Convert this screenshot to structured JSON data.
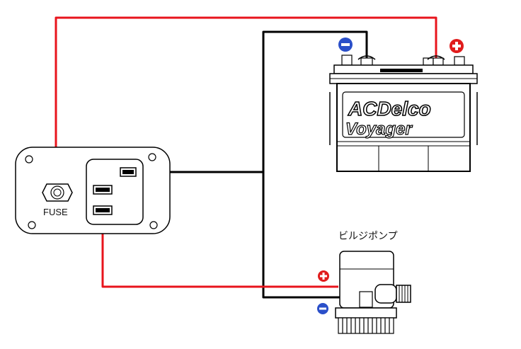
{
  "labels": {
    "fuse": "FUSE",
    "pump": "ビルジポンプ",
    "battery_brand": "ACDelco",
    "battery_model": "Voyager"
  },
  "icons": {
    "positive": "plus-circle-icon",
    "negative": "minus-circle-icon"
  },
  "colors": {
    "positive_wire": "#e8141c",
    "negative_wire": "#000000",
    "positive_badge": "#e01c1c",
    "negative_badge": "#2a4fc9"
  }
}
